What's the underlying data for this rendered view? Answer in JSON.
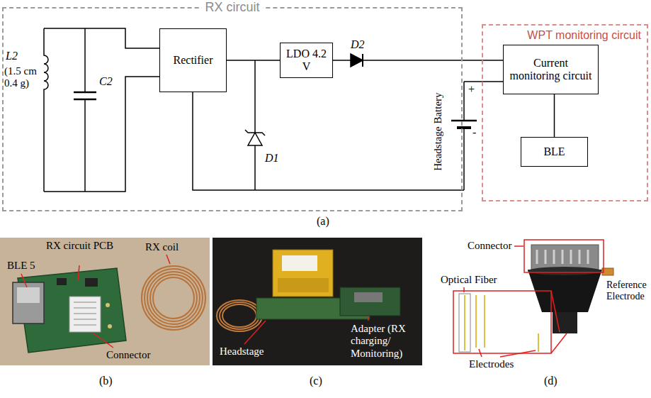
{
  "diagram": {
    "nodes": [
      {
        "text": [
          "RX circuit"
        ]
      },
      {
        "text": [
          "Rectifier"
        ],
        "in": 0
      },
      {
        "text": [
          "LDO 4.2 V"
        ],
        "in": 0
      },
      {
        "text": [
          "WPT monitoring circuit"
        ]
      },
      {
        "text": [
          "Current monitoring circuit"
        ],
        "in": 3
      },
      {
        "text": [
          "BLE"
        ],
        "in": 3
      }
    ],
    "edges": [
      {
        "from": 1,
        "to": 2,
        "arrow": "none"
      },
      {
        "from": 2,
        "to": 4,
        "arrow": "none"
      },
      {
        "from": 4,
        "to": 5,
        "arrow": "none"
      }
    ],
    "labels": [
      "C2",
      "D1",
      "D2",
      "L2",
      "(1.5 cm 0.4 g)",
      "+",
      "-",
      "Headstage Battery",
      "(a)",
      "BLE 5",
      "RX circuit PCB",
      "RX coil",
      "Connector",
      "(b)",
      "Headstage",
      "Adapter (RX charging/ Monitoring)",
      "(c)",
      "Connector",
      "Optical Fiber",
      "Reference Electrode",
      "Electrodes",
      "(d)"
    ]
  }
}
